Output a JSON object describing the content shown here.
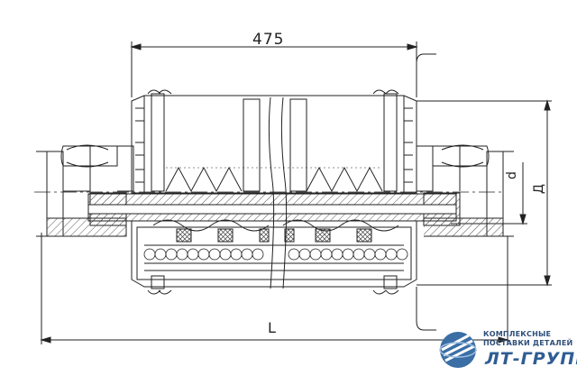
{
  "dimensions": {
    "top_length": "475",
    "overall_length": "L",
    "inner_diameter": "d",
    "outer_diameter": "Д"
  },
  "logo": {
    "line1": "КОМПЛЕКСНЫЕ",
    "line2": "ПОСТАВКИ ДЕТАЛЕЙ",
    "name": "ЛТ-ГРУПП"
  },
  "colors": {
    "line": "#222222",
    "hatch": "#555555",
    "logo_blue": "#2f5d94"
  }
}
